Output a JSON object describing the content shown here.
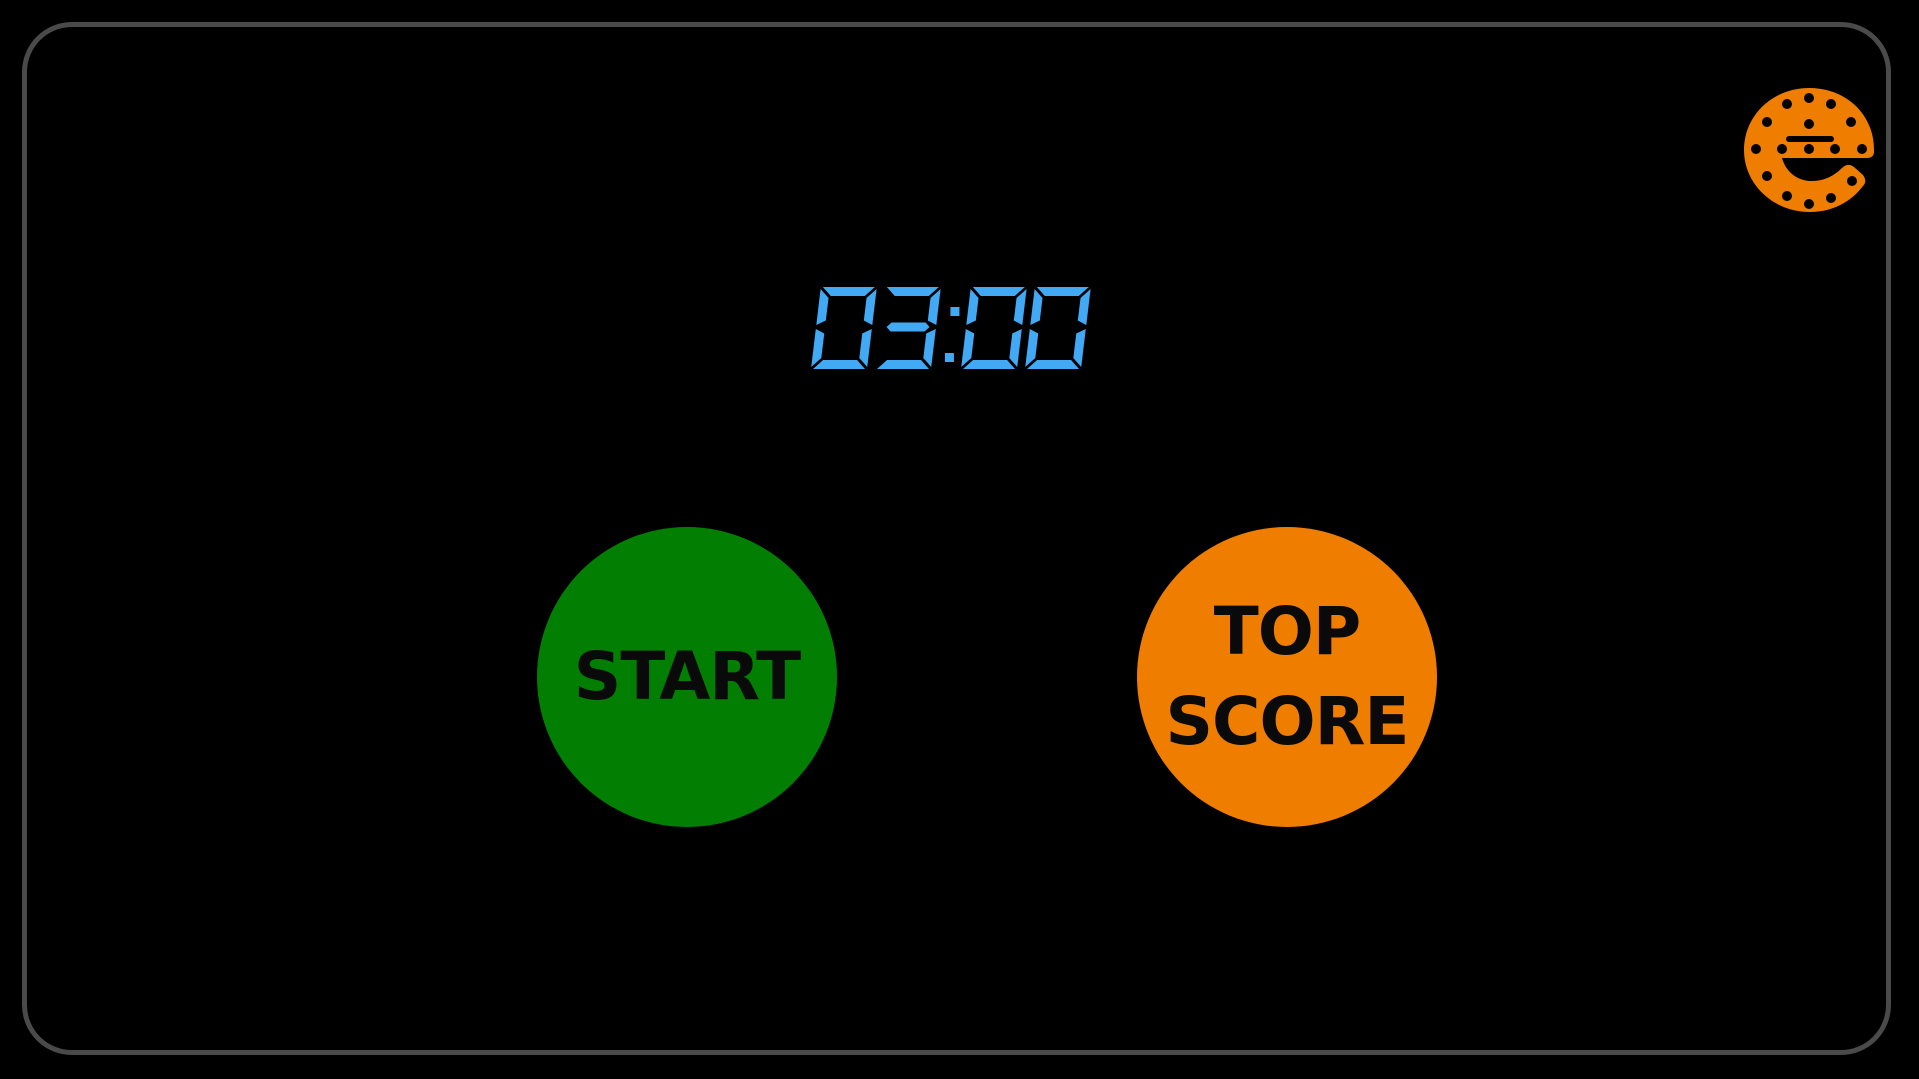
{
  "timer": {
    "display": "03:00",
    "color": "#42aaf5"
  },
  "buttons": {
    "start_label": "START",
    "top_score_line1": "TOP",
    "top_score_line2": "SCORE",
    "start_color": "#027e02",
    "top_score_color": "#ef7e00"
  },
  "logo": {
    "icon": "orange-dotted-e-logo-icon",
    "color": "#ef7e00"
  },
  "frame_color": "#4a4a4a"
}
